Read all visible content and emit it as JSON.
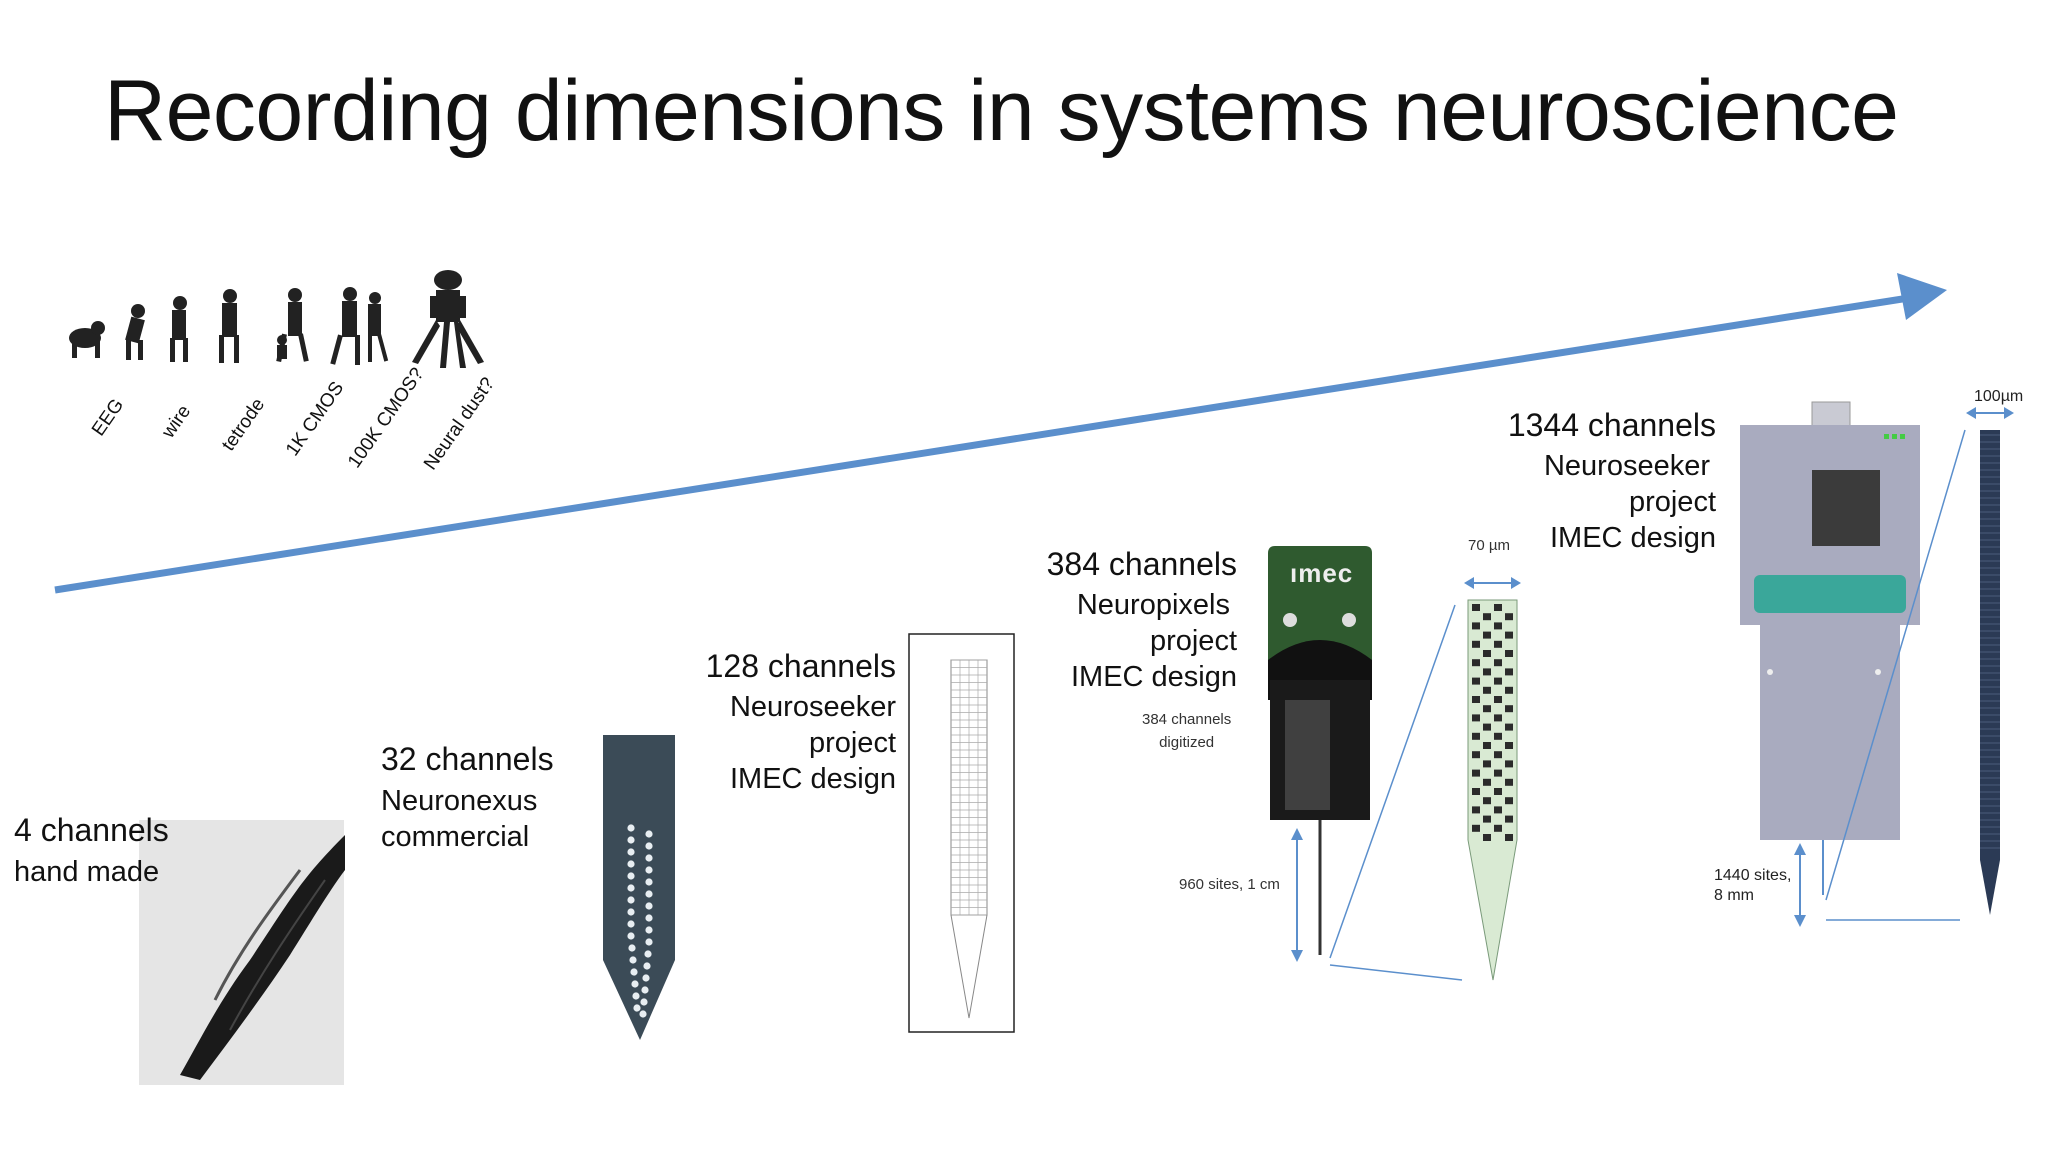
{
  "title": "Recording dimensions in systems neuroscience",
  "evolution_labels": [
    "EEG",
    "wire",
    "tetrode",
    "1K CMOS",
    "100K CMOS?",
    "Neural dust?"
  ],
  "probes": [
    {
      "channels": "4 channels",
      "lines": [
        "hand made"
      ]
    },
    {
      "channels": "32 channels",
      "lines": [
        "Neuronexus",
        "commercial"
      ]
    },
    {
      "channels": "128 channels",
      "lines": [
        "Neuroseeker",
        "project",
        "IMEC design"
      ]
    },
    {
      "channels": "384 channels",
      "lines": [
        "Neuropixels",
        "project",
        "IMEC design"
      ]
    },
    {
      "channels": "1344 channels",
      "lines": [
        "Neuroseeker",
        "project",
        "IMEC design"
      ]
    }
  ],
  "annotations": {
    "digitized": [
      "384 channels",
      "digitized"
    ],
    "sites_960": "960 sites, 1 cm",
    "width_70": "70 µm",
    "sites_1440": [
      "1440 sites,",
      "8 mm"
    ],
    "width_100": "100µm",
    "imec_logo": "ımec"
  },
  "colors": {
    "arrow": "#5b8fcc",
    "probe_dark": "#3a4a55",
    "pcb_green": "#2f5a2f",
    "board_grey": "#a9abbf",
    "connector_teal": "#3aa79a"
  }
}
